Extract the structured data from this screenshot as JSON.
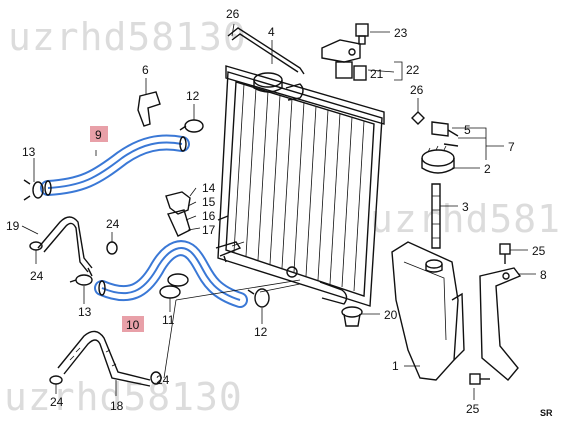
{
  "watermark": "uzrhd58130",
  "corner_code": "SR",
  "highlight_color": "#3a78d6",
  "highlight_label_bg": "#e8a0a8",
  "parts": {
    "p1": "1",
    "p2": "2",
    "p3": "3",
    "p4": "4",
    "p5": "5",
    "p6": "6",
    "p7": "7",
    "p8": "8",
    "p9": "9",
    "p10": "10",
    "p11": "11",
    "p12a": "12",
    "p12b": "12",
    "p13a": "13",
    "p13b": "13",
    "p14": "14",
    "p15": "15",
    "p16": "16",
    "p17": "17",
    "p18": "18",
    "p19": "19",
    "p20": "20",
    "p21": "21",
    "p22": "22",
    "p23": "23",
    "p24a": "24",
    "p24b": "24",
    "p24c": "24",
    "p24d": "24",
    "p25a": "25",
    "p25b": "25",
    "p26a": "26",
    "p26b": "26"
  }
}
